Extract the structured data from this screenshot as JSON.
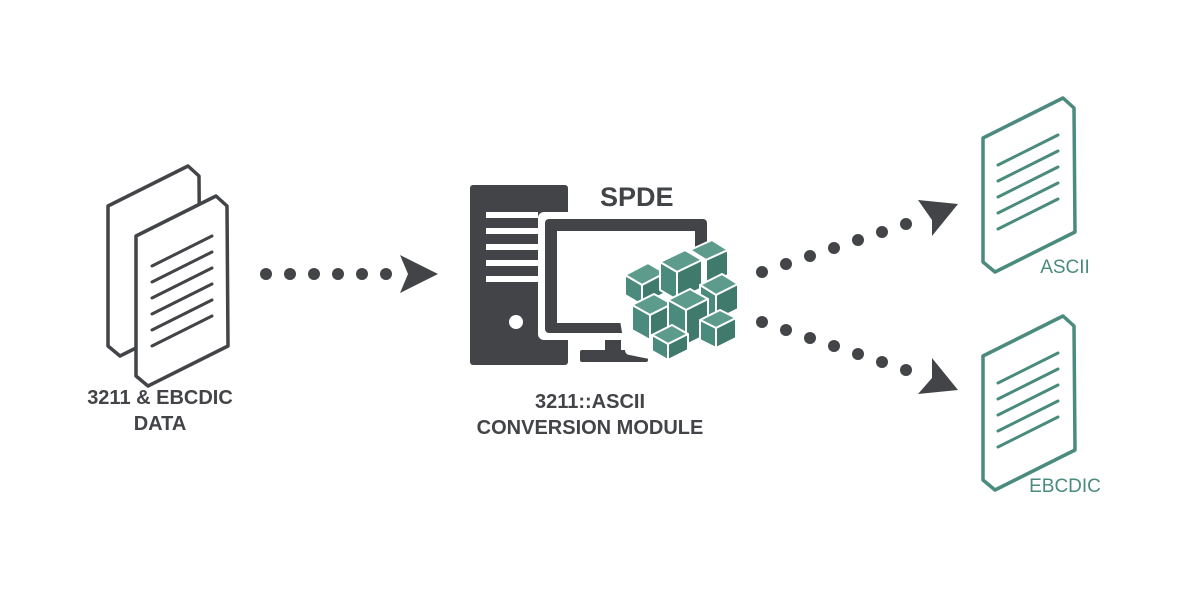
{
  "input": {
    "line1": "3211 & EBCDIC",
    "line2": "DATA",
    "icon": "document-stack-icon"
  },
  "module": {
    "brand": "SPDE",
    "line1": "3211::ASCII",
    "line2": "CONVERSION MODULE",
    "icon": "computer-with-data-cubes-icon"
  },
  "outputs": [
    {
      "label": "ASCII",
      "icon": "document-icon"
    },
    {
      "label": "EBCDIC",
      "icon": "document-icon"
    }
  ],
  "colors": {
    "dark": "#424447",
    "teal": "#4a8b7d",
    "teal_fill": "#5d9c8c"
  }
}
